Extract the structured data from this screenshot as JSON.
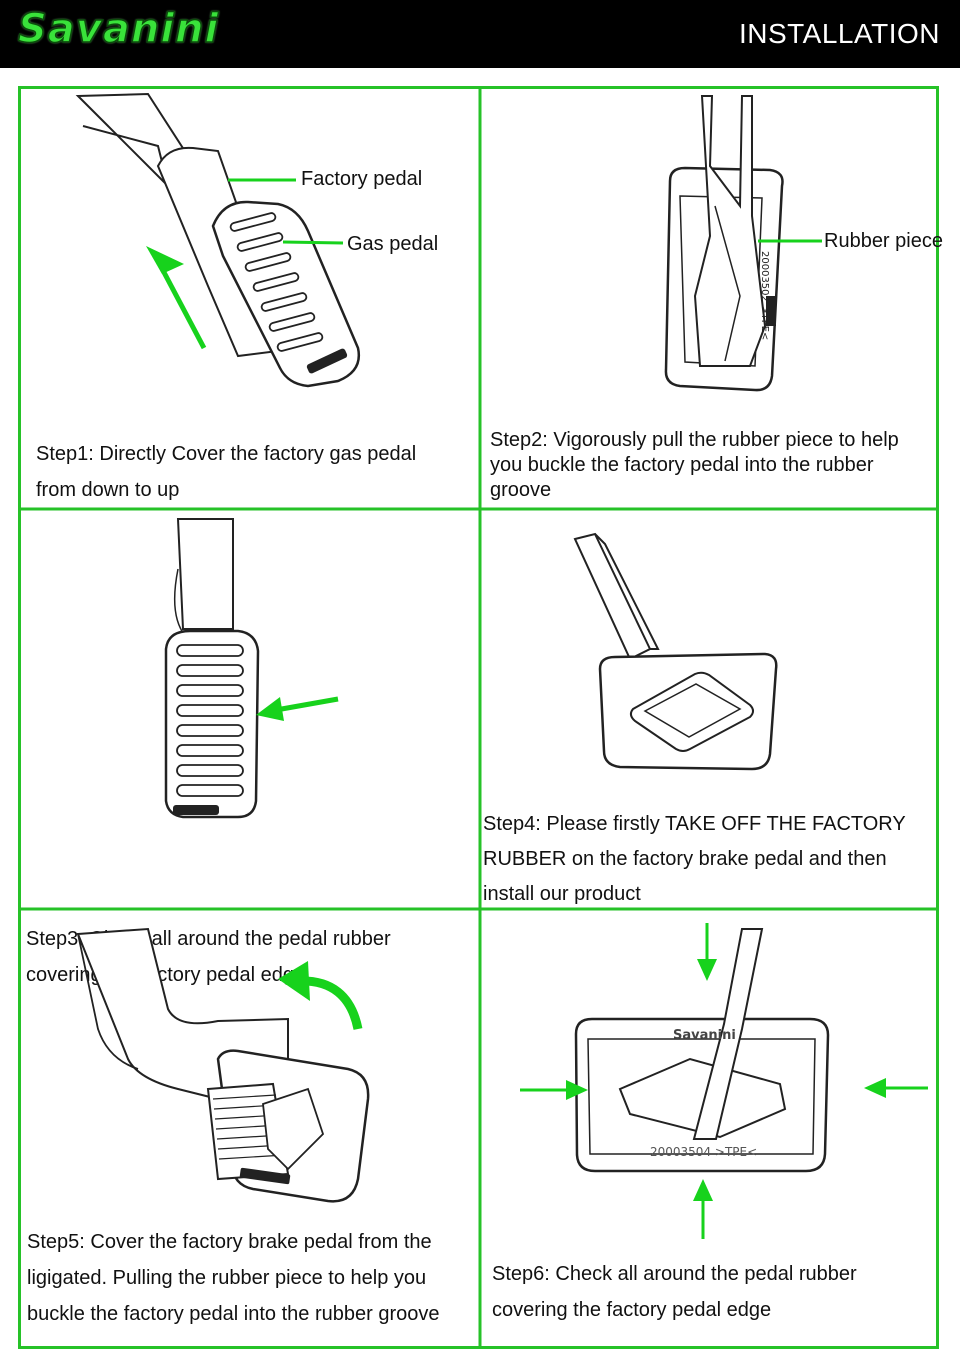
{
  "header": {
    "brand": "Savanini",
    "title": "INSTALLATION"
  },
  "colors": {
    "accent": "#17d21c",
    "frame": "#26c228",
    "header_bg": "#000000"
  },
  "steps": [
    {
      "text": "Step1: Directly Cover the factory gas pedal from down to up",
      "callouts": [
        "Factory pedal",
        "Gas pedal"
      ]
    },
    {
      "text": "Step2: Vigorously pull the rubber piece to help you buckle the factory pedal into the rubber groove",
      "callouts": [
        "Rubber piece"
      ]
    },
    {
      "text": "Step3: Check all around the pedal rubber covering the factory pedal edge"
    },
    {
      "text": "Step4: Please firstly TAKE OFF THE FACTORY RUBBER on the factory brake pedal and then install our product"
    },
    {
      "text": "Step5: Cover the factory brake pedal from the ligigated. Pulling the rubber piece to help you buckle the factory  pedal into the rubber groove"
    },
    {
      "text": "Step6: Check all around the pedal rubber covering the factory pedal edge"
    }
  ]
}
